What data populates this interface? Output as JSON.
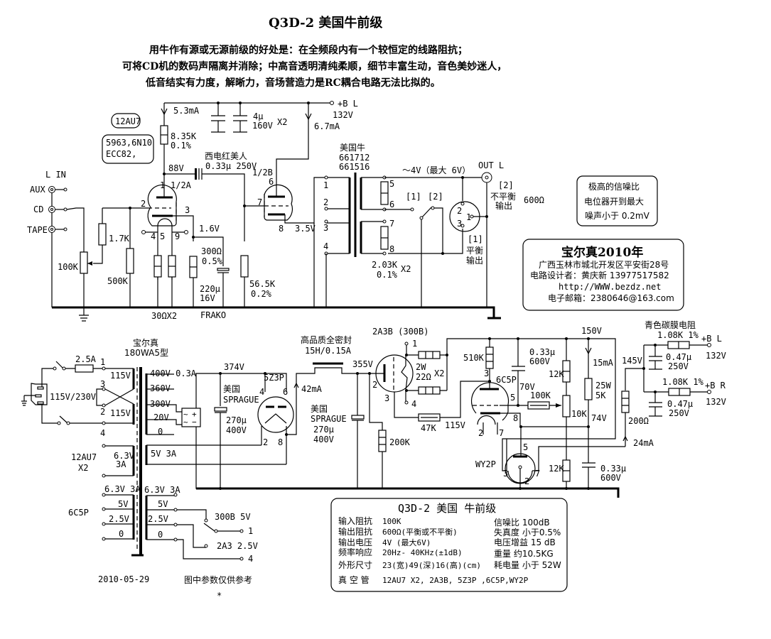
{
  "title": "Q3D-2 美国牛前级",
  "intro": [
    "用牛作有源或无源前级的好处是：在全频段内有一个较恒定的线路阻抗；",
    "可将CD机的数码声隔离并消除；中高音透明清纯柔顺，细节丰富生动，音色美妙迷人，",
    "低音结实有力度，解晰力，音场营造力是RC耦合电路无法比拟的。"
  ],
  "preamp": {
    "tube_label": "12AU7",
    "tube_equiv": [
      "5963,6N10",
      "ECC82,"
    ],
    "input_title": "L IN",
    "inputs": [
      "AUX",
      "CD",
      "TAPE"
    ],
    "plate_current_a": "5.3mA",
    "plate_resistor": [
      "8.35K",
      "0.1%"
    ],
    "bypass_caps": [
      "4μ",
      "160V",
      "X2"
    ],
    "plate_current_b": "6.7mA",
    "bplus": [
      "+B  L",
      "132V"
    ],
    "coupling_cap": [
      "西电红美人",
      "0.33μ 250V"
    ],
    "plate_voltage": "88V",
    "half_a": "1/2A",
    "half_b": "1/2B",
    "pins_a": [
      "1",
      "2",
      "3",
      "4",
      "5",
      "9"
    ],
    "pins_b": [
      "6",
      "7",
      "8"
    ],
    "cathode_voltage_a": "1.6V",
    "cathode_voltage_b": "3.5V",
    "volume_pot": "100K",
    "r_1k7": "1.7K",
    "r_500k": "500K",
    "heater_r": "30ΩX2",
    "cathode_r": [
      "300Ω",
      "0.5%"
    ],
    "cathode_cap": [
      "220μ",
      "16V"
    ],
    "cathode_cap_brand": "FRAKO",
    "grid_r": [
      "56.5K",
      "0.2%"
    ],
    "transformer": [
      "美国牛",
      "661712",
      "661516"
    ],
    "prim_pins": [
      "1",
      "2",
      "3",
      "4"
    ],
    "sec_pins": [
      "5",
      "6",
      "7",
      "8"
    ],
    "load_r": [
      "2.03K",
      "0.1%",
      "X2"
    ],
    "output_level": "～4V（最大 6V）",
    "out_label": "OUT L",
    "switch_labels": [
      "[1]",
      "[2]"
    ],
    "xlr_pins": [
      "2",
      "1",
      "3"
    ],
    "unbalanced": [
      "[2]",
      "不平衡",
      "输出"
    ],
    "balanced": [
      "[1]",
      "平衡",
      "输出"
    ],
    "impedance": "600Ω"
  },
  "noise_box": [
    "极高的信噪比",
    "电位器开到最大",
    "噪声小于 0.2mV"
  ],
  "credit_box": {
    "title": "宝尔真2010年",
    "lines": [
      "广西玉林市城北开发区平安街28号",
      "电路设计者：黄庆新  13977517582",
      "http://WWW.bezdz.net",
      "电子邮箱：2380646@163.com"
    ]
  },
  "psu": {
    "xfmr_title": [
      "宝尔真",
      "180WA5型"
    ],
    "fuse": "2.5A",
    "mains": "115V/230V",
    "prim_pins": [
      "1",
      "3",
      "2",
      "4"
    ],
    "prim_v": [
      "115V",
      "115V"
    ],
    "hv_taps": [
      "400V 0.3A",
      "360V",
      "300V",
      "20V",
      "0"
    ],
    "rect_winding": "5V 3A",
    "heater_12au7": [
      "12AU7",
      "X2"
    ],
    "heater_12au7_v": [
      "6.3V",
      "3A"
    ],
    "heater_6c5p_label": "6C5P",
    "left_heater_taps": [
      "6.3V 3A",
      "5V",
      "2.5V",
      "0"
    ],
    "right_heater_taps": [
      "6.3V 3A",
      "5V",
      "2.5V",
      "0"
    ],
    "heater_select": [
      "300B  5V",
      "1",
      "2A3 2.5V",
      "4"
    ],
    "v374": "374V",
    "rect_tube": "5Z3P",
    "rect_pins": [
      "4",
      "6",
      "2",
      "8"
    ],
    "cap1": [
      "美国",
      "SPRAGUE",
      "270μ",
      "400V"
    ],
    "i42": "42mA",
    "choke": [
      "高品质全密封",
      "15H/0.15A"
    ],
    "v355": "355V",
    "cap2": [
      "美国",
      "SPRAGUE",
      "270μ",
      "400V"
    ],
    "r200k": "200K",
    "tube_2a3": "2A3B (300B)",
    "tube_2a3_pins": [
      "1",
      "2",
      "3",
      "4"
    ],
    "fil_r": [
      "2W",
      "22Ω",
      "X2"
    ],
    "r47k": "47K",
    "v115": "115V",
    "r510k": "510K",
    "tube_6c5p": "6C5P",
    "pins_6c5p": [
      "3",
      "5",
      "8",
      "2",
      "7"
    ],
    "c033a": [
      "0.33μ",
      "600V"
    ],
    "v70": "70V",
    "r100k": "100K",
    "r12k_top": "12K",
    "pot10k": "10K",
    "r12k_bot": "12K",
    "v150": "150V",
    "i15": "15mA",
    "r25w": [
      "25W",
      "5K"
    ],
    "v74": "74V",
    "c033b": [
      "0.33μ",
      "600V"
    ],
    "tube_wy2p": "WY2P",
    "pins_wy2p": [
      "5",
      "3",
      "7",
      "2"
    ],
    "carbon_title": "青色碳膜电阻",
    "v145": "145V",
    "r200": "200Ω",
    "i24": "24mA",
    "rL": "1.08K 1%",
    "rR": "1.08K 1%",
    "c047": [
      "0.47μ",
      "250V"
    ],
    "outL": [
      "+B  L",
      "132V"
    ],
    "outR": [
      "+B  R",
      "132V"
    ]
  },
  "specs": {
    "title": "Q3D-2  美国 牛前级",
    "left": [
      {
        "k": "输入阻抗",
        "v": "100K"
      },
      {
        "k": "输出阻抗",
        "v": "600Ω(平衡或不平衡)"
      },
      {
        "k": "输出电压",
        "v": "4V  (最大6V)"
      },
      {
        "k": "频率响应",
        "v": "20Hz- 40KHz(±1dB)"
      },
      {
        "k": "外形尺寸",
        "v": "23(宽)49(深)16(高)(cm)"
      },
      {
        "k": "真 空 管",
        "v": "12AU7 X2, 2A3B, 5Z3P ,6C5P,WY2P"
      }
    ],
    "right": [
      {
        "k": "信噪比",
        "v": "100dB"
      },
      {
        "k": "失真度",
        "v": "小于0.5%"
      },
      {
        "k": "电压增益",
        "v": "15 dB"
      },
      {
        "k": "重量",
        "v": "约10.5KG"
      },
      {
        "k": "耗电量",
        "v": "小于 52W"
      }
    ]
  },
  "date": "2010-05-29",
  "note": "图中参数仅供参考",
  "asterisk": "*"
}
